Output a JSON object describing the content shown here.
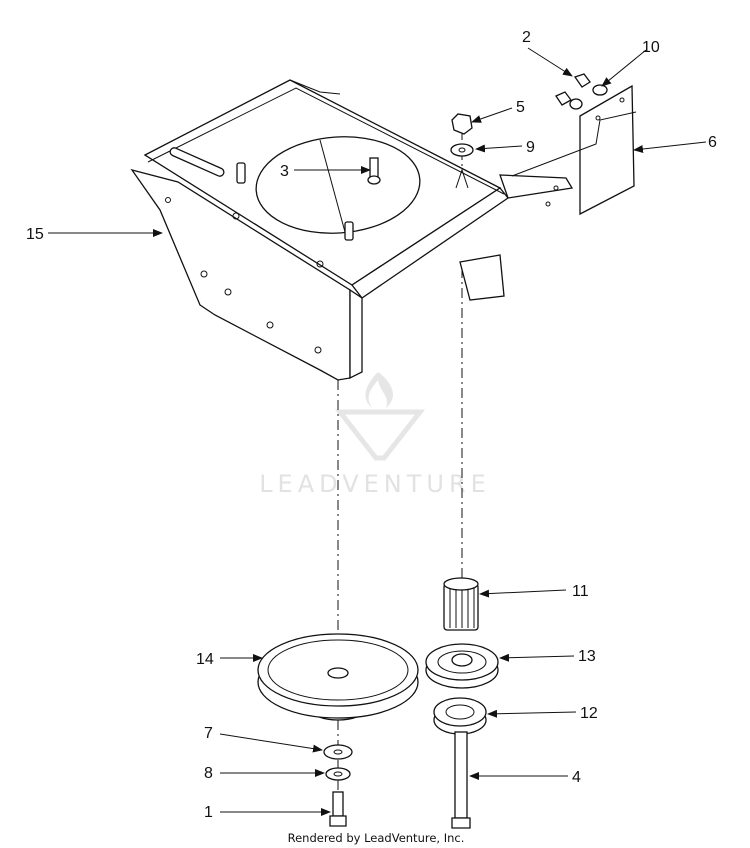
{
  "watermark": {
    "brand": "LEADVENTURE"
  },
  "footer": {
    "text": "Rendered by LeadVenture, Inc."
  },
  "callouts": [
    {
      "id": "c1",
      "label": "1"
    },
    {
      "id": "c2",
      "label": "2"
    },
    {
      "id": "c3",
      "label": "3"
    },
    {
      "id": "c4",
      "label": "4"
    },
    {
      "id": "c5",
      "label": "5"
    },
    {
      "id": "c6",
      "label": "6"
    },
    {
      "id": "c7",
      "label": "7"
    },
    {
      "id": "c8",
      "label": "8"
    },
    {
      "id": "c9",
      "label": "9"
    },
    {
      "id": "c10",
      "label": "10"
    },
    {
      "id": "c11",
      "label": "11"
    },
    {
      "id": "c12",
      "label": "12"
    },
    {
      "id": "c13",
      "label": "13"
    },
    {
      "id": "c14",
      "label": "14"
    },
    {
      "id": "c15",
      "label": "15"
    }
  ]
}
